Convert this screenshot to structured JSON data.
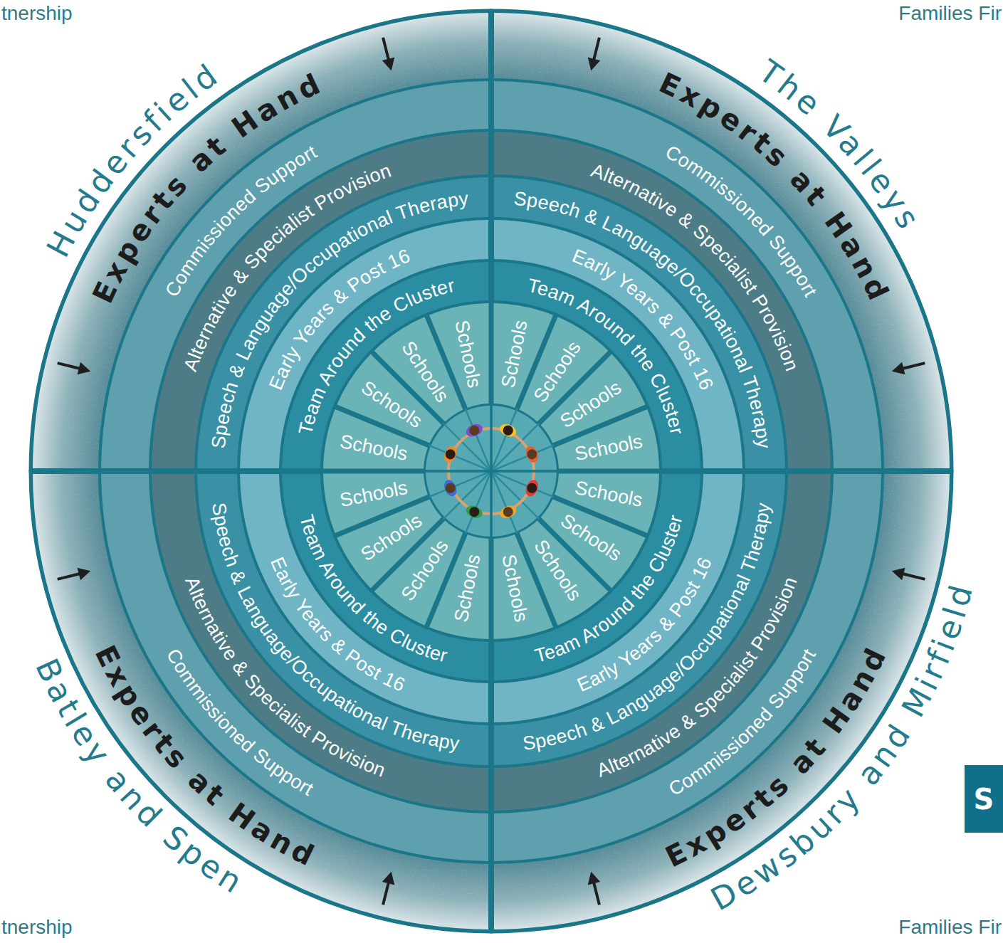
{
  "diagram": {
    "nodes": [
      {
        "text": [
          "Huddersfield"
        ]
      },
      {
        "text": [
          "Experts at Hand"
        ],
        "in": 0
      },
      {
        "text": [
          "Commissioned Support"
        ],
        "in": 0
      },
      {
        "text": [
          "Alternative & Specialist Provision"
        ],
        "in": 0
      },
      {
        "text": [
          "Speech & Language/Occupational Therapy"
        ],
        "in": 0
      },
      {
        "text": [
          "Early Years & Post 16"
        ],
        "in": 0
      },
      {
        "text": [
          "Team Around the Cluster"
        ],
        "in": 0
      },
      {
        "text": [
          "Schools"
        ],
        "in": 0
      },
      {
        "text": [
          "Schools"
        ],
        "in": 0
      },
      {
        "text": [
          "Schools"
        ],
        "in": 0
      },
      {
        "text": [
          "Schools"
        ],
        "in": 0
      },
      {
        "text": [
          "The Valleys"
        ]
      },
      {
        "text": [
          "Experts at Hand"
        ],
        "in": 11
      },
      {
        "text": [
          "Commissioned Support"
        ],
        "in": 11
      },
      {
        "text": [
          "Alternative & Specialist Provision"
        ],
        "in": 11
      },
      {
        "text": [
          "Speech & Language/Occupational Therapy"
        ],
        "in": 11
      },
      {
        "text": [
          "Early Years & Post 16"
        ],
        "in": 11
      },
      {
        "text": [
          "Team Around the Cluster"
        ],
        "in": 11
      },
      {
        "text": [
          "Schools"
        ],
        "in": 11
      },
      {
        "text": [
          "Schools"
        ],
        "in": 11
      },
      {
        "text": [
          "Schools"
        ],
        "in": 11
      },
      {
        "text": [
          "Schools"
        ],
        "in": 11
      },
      {
        "text": [
          "Batley and Spen"
        ]
      },
      {
        "text": [
          "Experts at Hand"
        ],
        "in": 22
      },
      {
        "text": [
          "Commissioned Support"
        ],
        "in": 22
      },
      {
        "text": [
          "Alternative & Specialist Provision"
        ],
        "in": 22
      },
      {
        "text": [
          "Speech & Language/Occupational Therapy"
        ],
        "in": 22
      },
      {
        "text": [
          "Early Years & Post 16"
        ],
        "in": 22
      },
      {
        "text": [
          "Team Around the Cluster"
        ],
        "in": 22
      },
      {
        "text": [
          "Schools"
        ],
        "in": 22
      },
      {
        "text": [
          "Schools"
        ],
        "in": 22
      },
      {
        "text": [
          "Schools"
        ],
        "in": 22
      },
      {
        "text": [
          "Schools"
        ],
        "in": 22
      },
      {
        "text": [
          "Dewsbury and Mirfield"
        ]
      },
      {
        "text": [
          "Experts at Hand"
        ],
        "in": 33
      },
      {
        "text": [
          "Commissioned Support"
        ],
        "in": 33
      },
      {
        "text": [
          "Alternative & Specialist Provision"
        ],
        "in": 33
      },
      {
        "text": [
          "Speech & Language/Occupational Therapy"
        ],
        "in": 33
      },
      {
        "text": [
          "Early Years & Post 16"
        ],
        "in": 33
      },
      {
        "text": [
          "Team Around the Cluster"
        ],
        "in": 33
      },
      {
        "text": [
          "Schools"
        ],
        "in": 33
      },
      {
        "text": [
          "Schools"
        ],
        "in": 33
      },
      {
        "text": [
          "Schools"
        ],
        "in": 33
      },
      {
        "text": [
          "Schools"
        ],
        "in": 33
      },
      {
        "text": [
          "S"
        ]
      }
    ],
    "labels": [
      "tnership",
      "Families Fir",
      "tnership",
      "Families Fir"
    ]
  }
}
